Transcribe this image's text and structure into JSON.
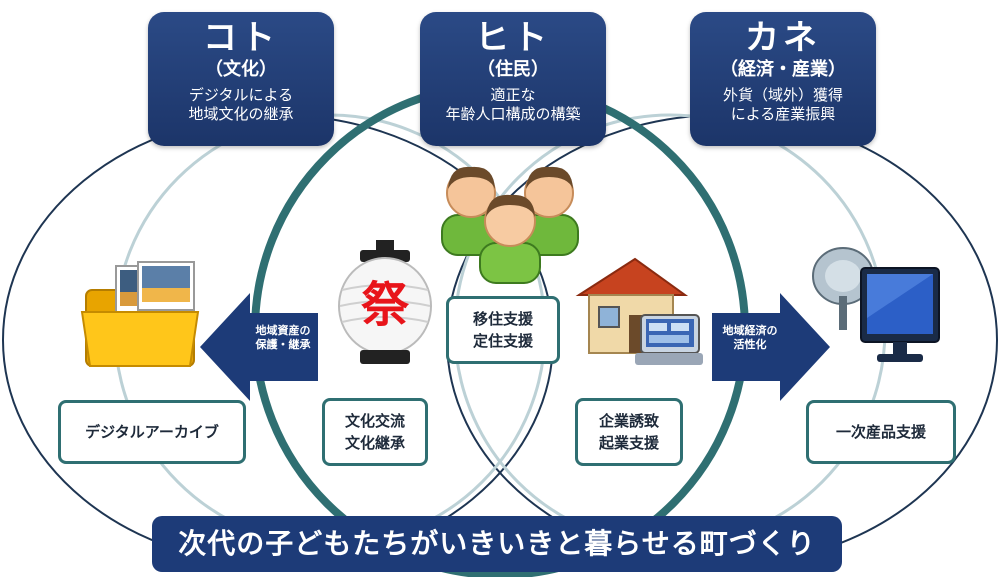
{
  "columns": [
    {
      "title": "コト",
      "subtitle": "（文化）",
      "desc": "デジタルによる\n地域文化の継承"
    },
    {
      "title": "ヒト",
      "subtitle": "（住民）",
      "desc": "適正な\n年齢人口構成の構築"
    },
    {
      "title": "カネ",
      "subtitle": "（経済・産業）",
      "desc": "外貨（域外）獲得\nによる産業振興"
    }
  ],
  "boxes": {
    "archive": "デジタルアーカイブ",
    "culture": "文化交流\n文化継承",
    "migration": "移住支援\n定住支援",
    "business": "企業誘致\n起業支援",
    "primary": "一次産品支援"
  },
  "arrows": {
    "left": "地域資産の\n保護・継承",
    "right": "地域経済の\n活性化"
  },
  "lantern_char": "祭",
  "banner": "次代の子どもたちがいきいきと暮らせる町づくり",
  "colors": {
    "navy": "#1d3b78",
    "teal": "#2f6f72",
    "lantern_red": "#e8141a"
  }
}
